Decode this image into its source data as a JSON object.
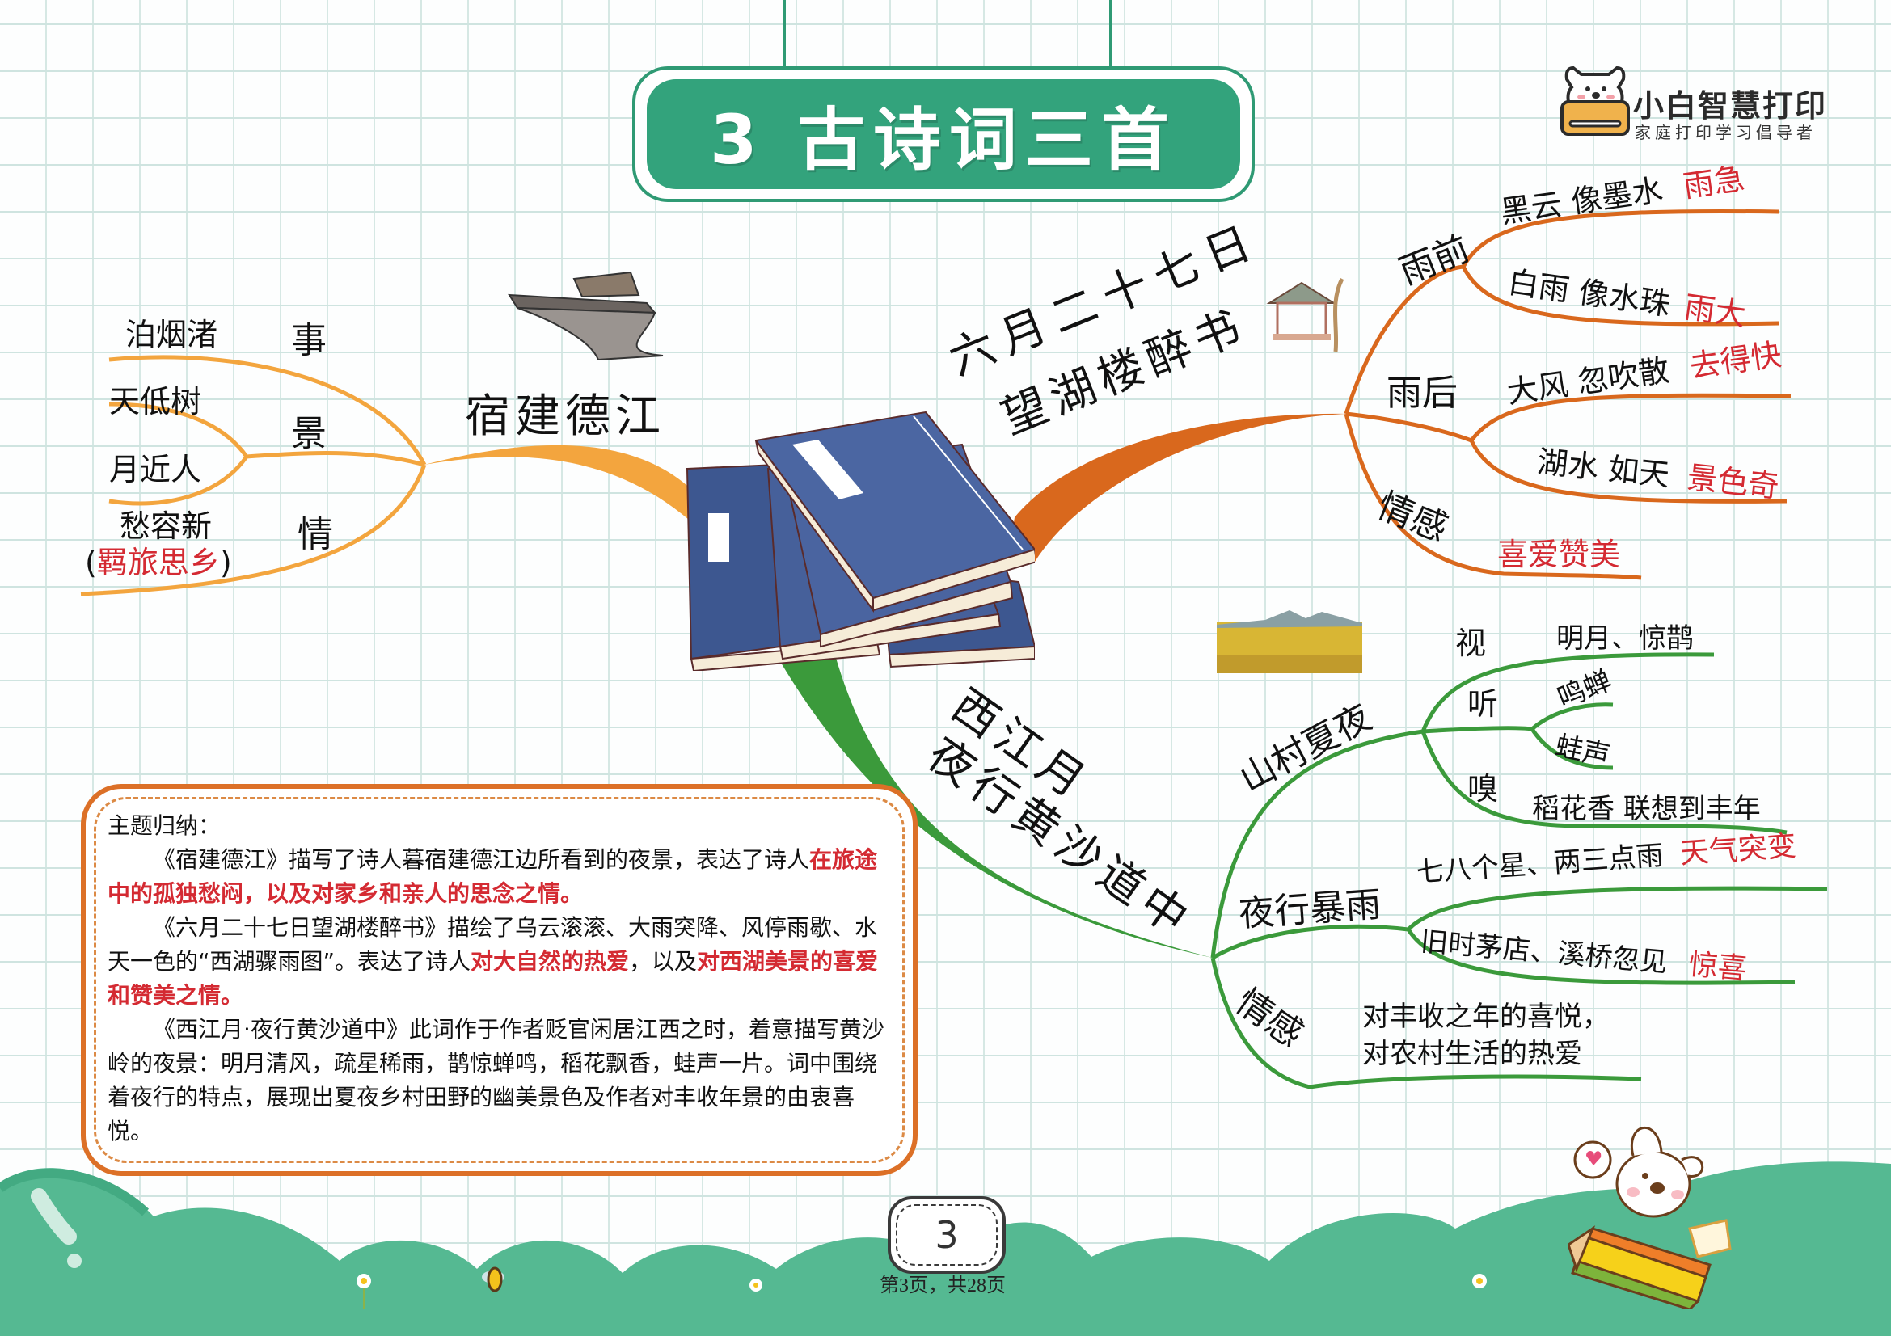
{
  "header": {
    "title": "3 古诗词三首",
    "brand": {
      "name": "小白智慧打印",
      "tagline": "家庭打印学习倡导者"
    }
  },
  "colors": {
    "title_green": "#33a37c",
    "branch_poem1": "#f3a53e",
    "branch_poem2": "#d9681d",
    "branch_poem3": "#3b9a3b",
    "highlight_red": "#d42a32",
    "book_blue": "#3d5790",
    "ground_green": "#55b992"
  },
  "poem1": {
    "title": "宿建德江",
    "categories": [
      {
        "label": "事",
        "items": [
          {
            "text": "泊烟渚"
          }
        ]
      },
      {
        "label": "景",
        "items": [
          {
            "text": "天低树"
          },
          {
            "text": "月近人"
          }
        ]
      },
      {
        "label": "情",
        "items": [
          {
            "text": "愁容新"
          },
          {
            "text_prefix": "(",
            "highlight": "羁旅思乡",
            "text_suffix": ")"
          }
        ]
      }
    ]
  },
  "poem2": {
    "title_line1": "六月二十七日",
    "title_line2": "望湖楼醉书",
    "categories": [
      {
        "label": "雨前",
        "items": [
          {
            "text": "黑云 像墨水",
            "highlight": "雨急"
          },
          {
            "text": "白雨 像水珠",
            "highlight": "雨大"
          }
        ]
      },
      {
        "label": "雨后",
        "items": [
          {
            "text": "大风 忽吹散",
            "highlight": "去得快"
          },
          {
            "text": "湖水 如天",
            "highlight": "景色奇"
          }
        ]
      },
      {
        "label": "情感",
        "items": [
          {
            "highlight": "喜爱赞美"
          }
        ]
      }
    ]
  },
  "poem3": {
    "title_line1": "西江月",
    "title_line2": "夜行黄沙道中",
    "categories": [
      {
        "label": "山村夏夜",
        "senses": [
          {
            "label": "视",
            "items": [
              {
                "text": "明月、惊鹊"
              }
            ]
          },
          {
            "label": "听",
            "items": [
              {
                "text": "鸣蝉"
              },
              {
                "text": "蛙声"
              }
            ]
          },
          {
            "label": "嗅",
            "items": [
              {
                "text": "稻花香 联想到丰年"
              }
            ]
          }
        ]
      },
      {
        "label": "夜行暴雨",
        "items": [
          {
            "text": "七八个星、两三点雨",
            "highlight": "天气突变"
          },
          {
            "text": "旧时茅店、溪桥忽见",
            "highlight": "惊喜"
          }
        ]
      },
      {
        "label": "情感",
        "items": [
          {
            "text": "对丰收之年的喜悦，"
          },
          {
            "text": "对农村生活的热爱"
          }
        ]
      }
    ]
  },
  "summary": {
    "heading": "主题归纳：",
    "paragraphs": [
      [
        {
          "t": "《宿建德江》描写了诗人暮宿建德江边所看到的夜景，表达了诗人"
        },
        {
          "t": "在旅途中的孤独愁闷，以及对家乡和亲人的思念之情。",
          "red": true
        }
      ],
      [
        {
          "t": "《六月二十七日望湖楼醉书》描绘了乌云滚滚、大雨突降、风停雨歇、水天一色的“西湖骤雨图”。表达了诗人"
        },
        {
          "t": "对大自然的热爱",
          "red": true
        },
        {
          "t": "，以及"
        },
        {
          "t": "对西湖美景的喜爱和赞美之情。",
          "red": true
        }
      ],
      [
        {
          "t": "《西江月·夜行黄沙道中》此词作于作者贬官闲居江西之时，着意描写黄沙岭的夜景：明月清风，疏星稀雨，鹊惊蝉鸣，稻花飘香，蛙声一片。词中围绕着夜行的特点，展现出夏夜乡村田野的幽美景色及作者对丰收年景的由衷喜悦。"
        }
      ]
    ]
  },
  "footer": {
    "page_number": "3",
    "page_label": "第3页，共28页"
  }
}
